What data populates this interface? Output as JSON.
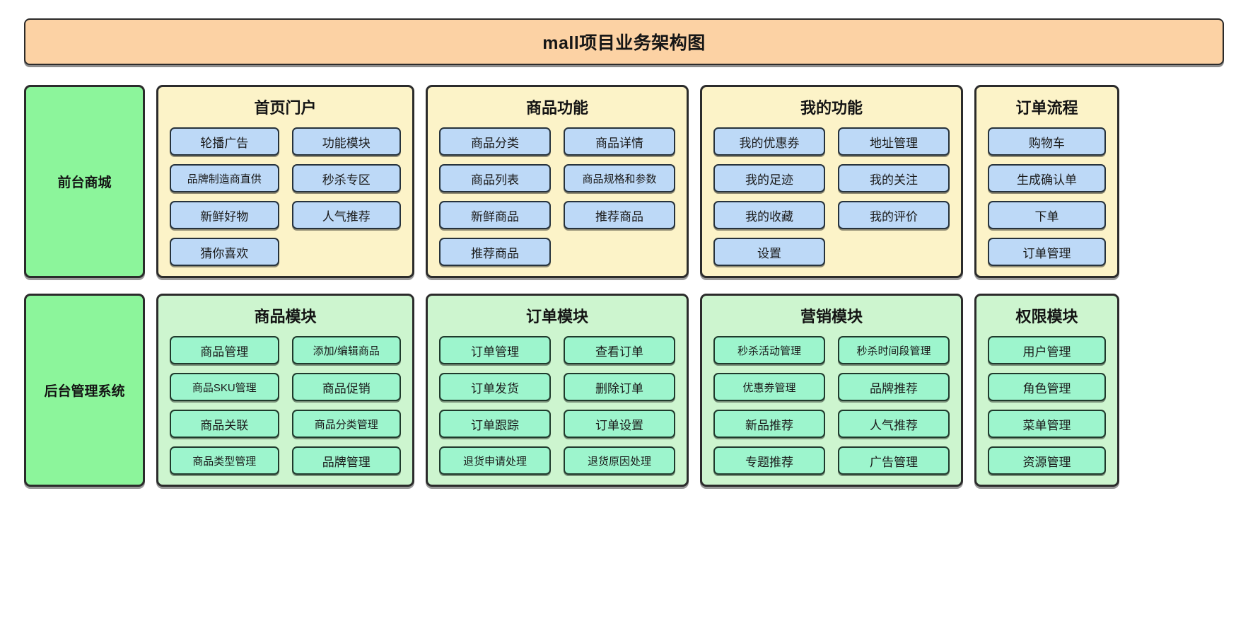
{
  "diagram": {
    "title": "mall项目业务架构图",
    "colors": {
      "title_banner": "#fcd2a4",
      "side_label": "#8cf59b",
      "front_panel": "#fcf3c8",
      "back_panel": "#cdf5cf",
      "front_leaf": "#bdd9f7",
      "back_leaf": "#9df5cd",
      "border": "#2b2b2b"
    },
    "rows": [
      {
        "label": "前台商城",
        "groups": [
          {
            "title": "首页门户",
            "items": [
              "轮播广告",
              "功能模块",
              "品牌制造商直供",
              "秒杀专区",
              "新鲜好物",
              "人气推荐",
              "猜你喜欢"
            ]
          },
          {
            "title": "商品功能",
            "items": [
              "商品分类",
              "商品详情",
              "商品列表",
              "商品规格和参数",
              "新鲜商品",
              "推荐商品",
              "推荐商品"
            ]
          },
          {
            "title": "我的功能",
            "items": [
              "我的优惠券",
              "地址管理",
              "我的足迹",
              "我的关注",
              "我的收藏",
              "我的评价",
              "设置"
            ]
          },
          {
            "title": "订单流程",
            "items": [
              "购物车",
              "生成确认单",
              "下单",
              "订单管理"
            ]
          }
        ]
      },
      {
        "label": "后台管理系统",
        "groups": [
          {
            "title": "商品模块",
            "items": [
              "商品管理",
              "添加/编辑商品",
              "商品SKU管理",
              "商品促销",
              "商品关联",
              "商品分类管理",
              "商品类型管理",
              "品牌管理"
            ]
          },
          {
            "title": "订单模块",
            "items": [
              "订单管理",
              "查看订单",
              "订单发货",
              "删除订单",
              "订单跟踪",
              "订单设置",
              "退货申请处理",
              "退货原因处理"
            ]
          },
          {
            "title": "营销模块",
            "items": [
              "秒杀活动管理",
              "秒杀时间段管理",
              "优惠券管理",
              "品牌推荐",
              "新品推荐",
              "人气推荐",
              "专题推荐",
              "广告管理"
            ]
          },
          {
            "title": "权限模块",
            "items": [
              "用户管理",
              "角色管理",
              "菜单管理",
              "资源管理"
            ]
          }
        ]
      }
    ]
  }
}
